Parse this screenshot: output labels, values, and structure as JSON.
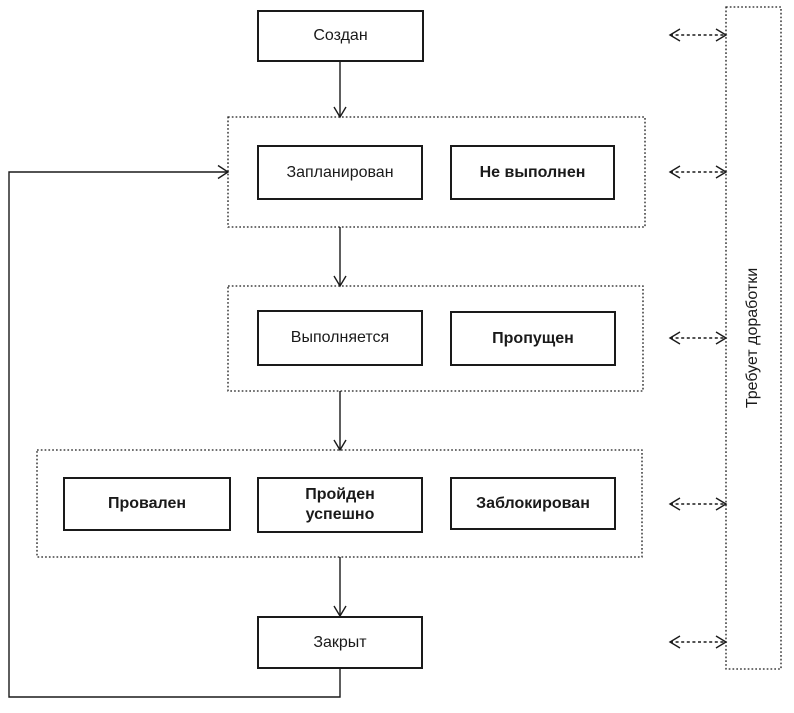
{
  "diagram": {
    "background_color": "#ffffff",
    "line_color": "#1a1a1a",
    "states": {
      "created": {
        "label": "Создан"
      },
      "planned": {
        "label": "Запланирован"
      },
      "not_executed": {
        "label": "Не выполнен"
      },
      "in_progress": {
        "label": "Выполняется"
      },
      "skipped": {
        "label": "Пропущен"
      },
      "failed": {
        "label": "Провален"
      },
      "passed": {
        "label": "Пройден успешно"
      },
      "blocked": {
        "label": "Заблокирован"
      },
      "closed": {
        "label": "Закрыт"
      }
    },
    "side_panel": {
      "label": "Требует доработки"
    }
  }
}
